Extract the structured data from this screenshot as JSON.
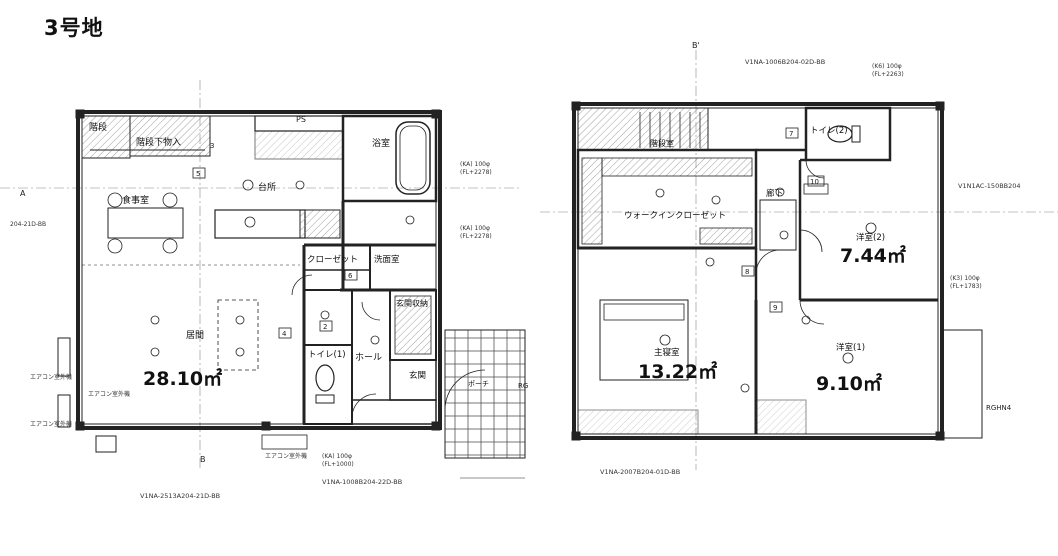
{
  "title": "3号地",
  "floor1": {
    "rooms": {
      "stairs": "階段",
      "under_stairs": "階段下物入",
      "kitchen": "台所",
      "dining": "食事室",
      "bath": "浴室",
      "living": "居間",
      "closet": "クローゼット",
      "washroom": "洗面室",
      "entry_storage": "玄関収納",
      "toilet1": "トイレ(1)",
      "hall": "ホール",
      "entrance": "玄関",
      "porch": "ポーチ"
    },
    "areas": {
      "living": "28.10㎡"
    },
    "labels": {
      "ps": "PS",
      "aircon1": "エアコン室外機",
      "aircon2": "エアコン室外機",
      "aircon3": "エアコン室外機",
      "aircon4": "エアコン室外機",
      "ka1": "(KA) 100φ",
      "fl1": "(FL+2278)",
      "ka2": "(KA) 100φ",
      "fl2": "(FL+2278)",
      "ka3": "(KA) 100φ",
      "fl3": "(FL+1000)",
      "spec1": "V1NA-2513A204-21D-BB",
      "spec2": "V1NA-1008B204-22D-BB",
      "spec3": "204-21D-BB",
      "section_a": "A",
      "section_b": "B",
      "rg": "RG",
      "num2": "2",
      "num3": "3",
      "num4": "4",
      "num5": "5",
      "num6": "6"
    }
  },
  "floor2": {
    "rooms": {
      "stair_room": "階段室",
      "walkin": "ウォークインクローゼット",
      "toilet2": "トイレ(2)",
      "corridor": "廊下",
      "western2": "洋室(2)",
      "master": "主寝室",
      "western1": "洋室(1)"
    },
    "areas": {
      "western2": "7.44㎡",
      "master": "13.22㎡",
      "western1": "9.10㎡"
    },
    "labels": {
      "spec4": "V1NA-1006B204-02D-BB",
      "spec5": "V1N1AC-150BB204",
      "spec6": "V1NA-2007B204-01D-BB",
      "k6": "(K6) 100φ",
      "fl4": "(FL+2263)",
      "k3": "(K3) 100φ",
      "fl5": "(FL+1783)",
      "section_b2": "B'",
      "rghn": "RGHN4",
      "num7": "7",
      "num8": "8",
      "num9": "9",
      "num10": "10"
    }
  },
  "colors": {
    "line": "#222222",
    "hatch": "#777777",
    "grid": "#999999"
  }
}
